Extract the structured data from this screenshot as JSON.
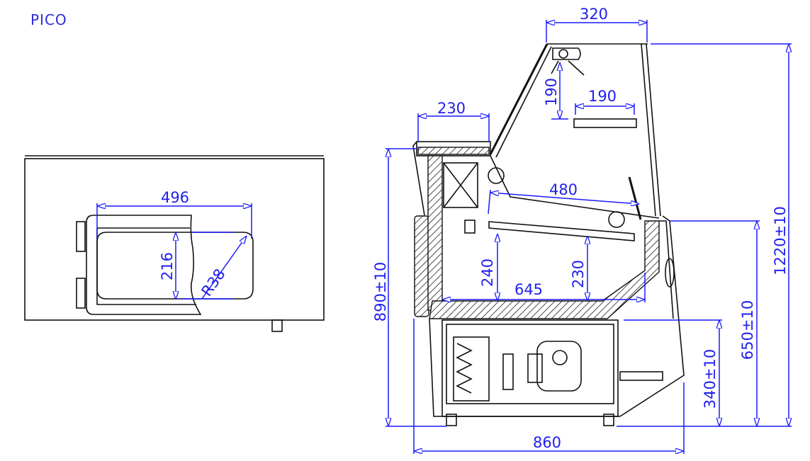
{
  "title": "PICO",
  "colors": {
    "dimension": "#1a1aff",
    "outline": "#111111",
    "title": "#2b2bd9"
  },
  "top_view": {
    "width_496": "496",
    "height_216": "216",
    "radius": "R38"
  },
  "side_view": {
    "top_depth_320": "320",
    "shelf_230": "230",
    "lamp_height_190": "190",
    "lamp_width_190": "190",
    "shelf_480": "480",
    "well_height_240": "240",
    "well_height_230": "230",
    "well_depth_645": "645",
    "counter_height": "890±10",
    "work_height": "650±10",
    "total_height": "1220±10",
    "base_height": "340±10",
    "total_depth": "860"
  }
}
